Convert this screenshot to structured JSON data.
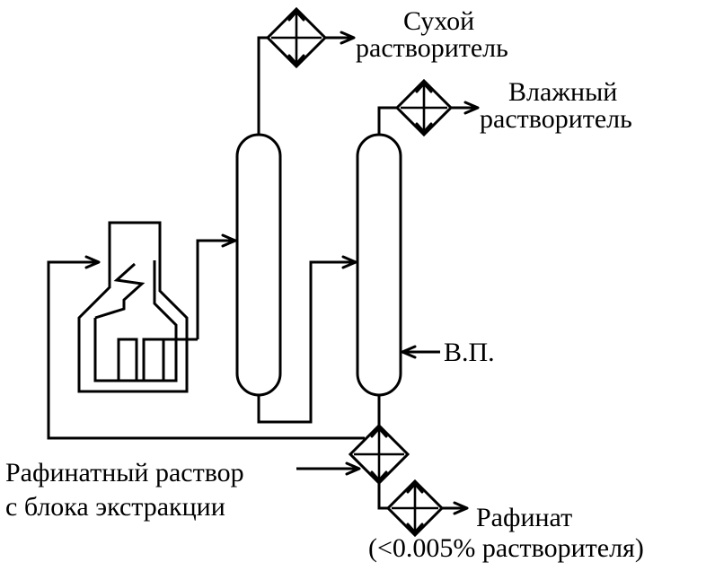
{
  "labels": {
    "dry_solvent_1": "Сухой",
    "dry_solvent_2": "растворитель",
    "wet_solvent_1": "Влажный",
    "wet_solvent_2": "растворитель",
    "steam": "В.П.",
    "raffinate_solution_1": "Рафинатный раствор",
    "raffinate_solution_2": "с блока экстракции",
    "raffinate_1": "Рафинат",
    "raffinate_2": "(<0.005% растворителя)"
  }
}
